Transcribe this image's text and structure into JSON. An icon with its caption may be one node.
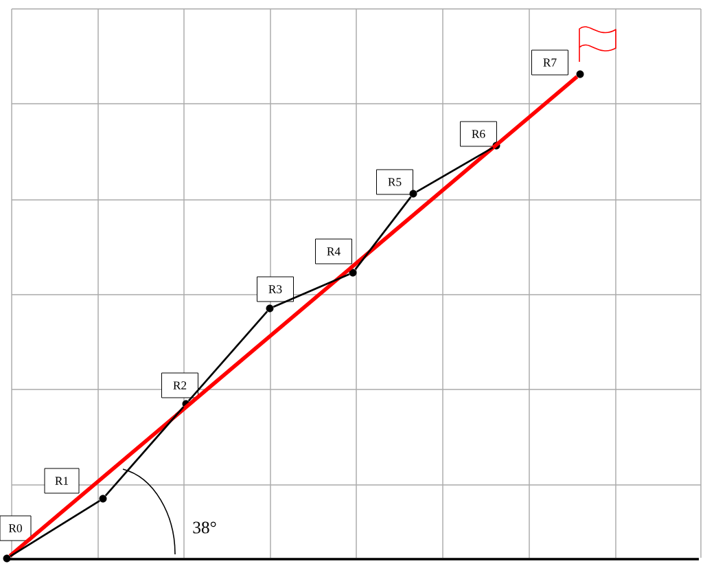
{
  "diagram": {
    "nodes": [
      {
        "text": [
          "R0"
        ]
      },
      {
        "text": [],
        "shape": "circle"
      },
      {
        "text": [
          "R1"
        ]
      },
      {
        "text": [],
        "shape": "circle"
      },
      {
        "text": [
          "R2"
        ]
      },
      {
        "text": [],
        "shape": "circle"
      },
      {
        "text": [
          "R3"
        ]
      },
      {
        "text": [],
        "shape": "circle"
      },
      {
        "text": [
          "R4"
        ]
      },
      {
        "text": [],
        "shape": "circle"
      },
      {
        "text": [
          "R5"
        ]
      },
      {
        "text": [],
        "shape": "circle"
      },
      {
        "text": [
          "R6"
        ]
      },
      {
        "text": [],
        "shape": "circle"
      },
      {
        "text": [
          "R7"
        ]
      },
      {
        "text": [],
        "shape": "circle"
      }
    ],
    "edges": [
      {
        "from": 1,
        "to": 3,
        "arrow": "none"
      },
      {
        "from": 3,
        "to": 5,
        "arrow": "none"
      },
      {
        "from": 5,
        "to": 7,
        "arrow": "none"
      },
      {
        "from": 7,
        "to": 9,
        "arrow": "none"
      },
      {
        "from": 9,
        "to": 11,
        "arrow": "none"
      },
      {
        "from": 11,
        "to": 13,
        "arrow": "none"
      },
      {
        "from": 1,
        "to": 15,
        "arrow": "none",
        "style": "thick",
        "color": "#ff0000"
      }
    ],
    "labels": [
      "38°"
    ]
  }
}
